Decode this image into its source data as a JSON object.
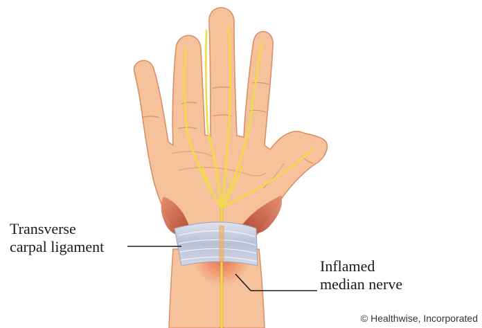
{
  "labels": {
    "ligament": [
      "Transverse",
      "carpal ligament"
    ],
    "nerve": [
      "Inflamed",
      "median nerve"
    ]
  },
  "credit": "© Healthwise, Incorporated",
  "colors": {
    "skin": "#f6c29c",
    "skin_shadow": "#e8a47a",
    "nerve": "#f2dc45",
    "ligament": "#c9cfe3",
    "muscle": "#b8442c",
    "inflammation": "#e9592e",
    "leader_line": "#1a1a1a"
  }
}
